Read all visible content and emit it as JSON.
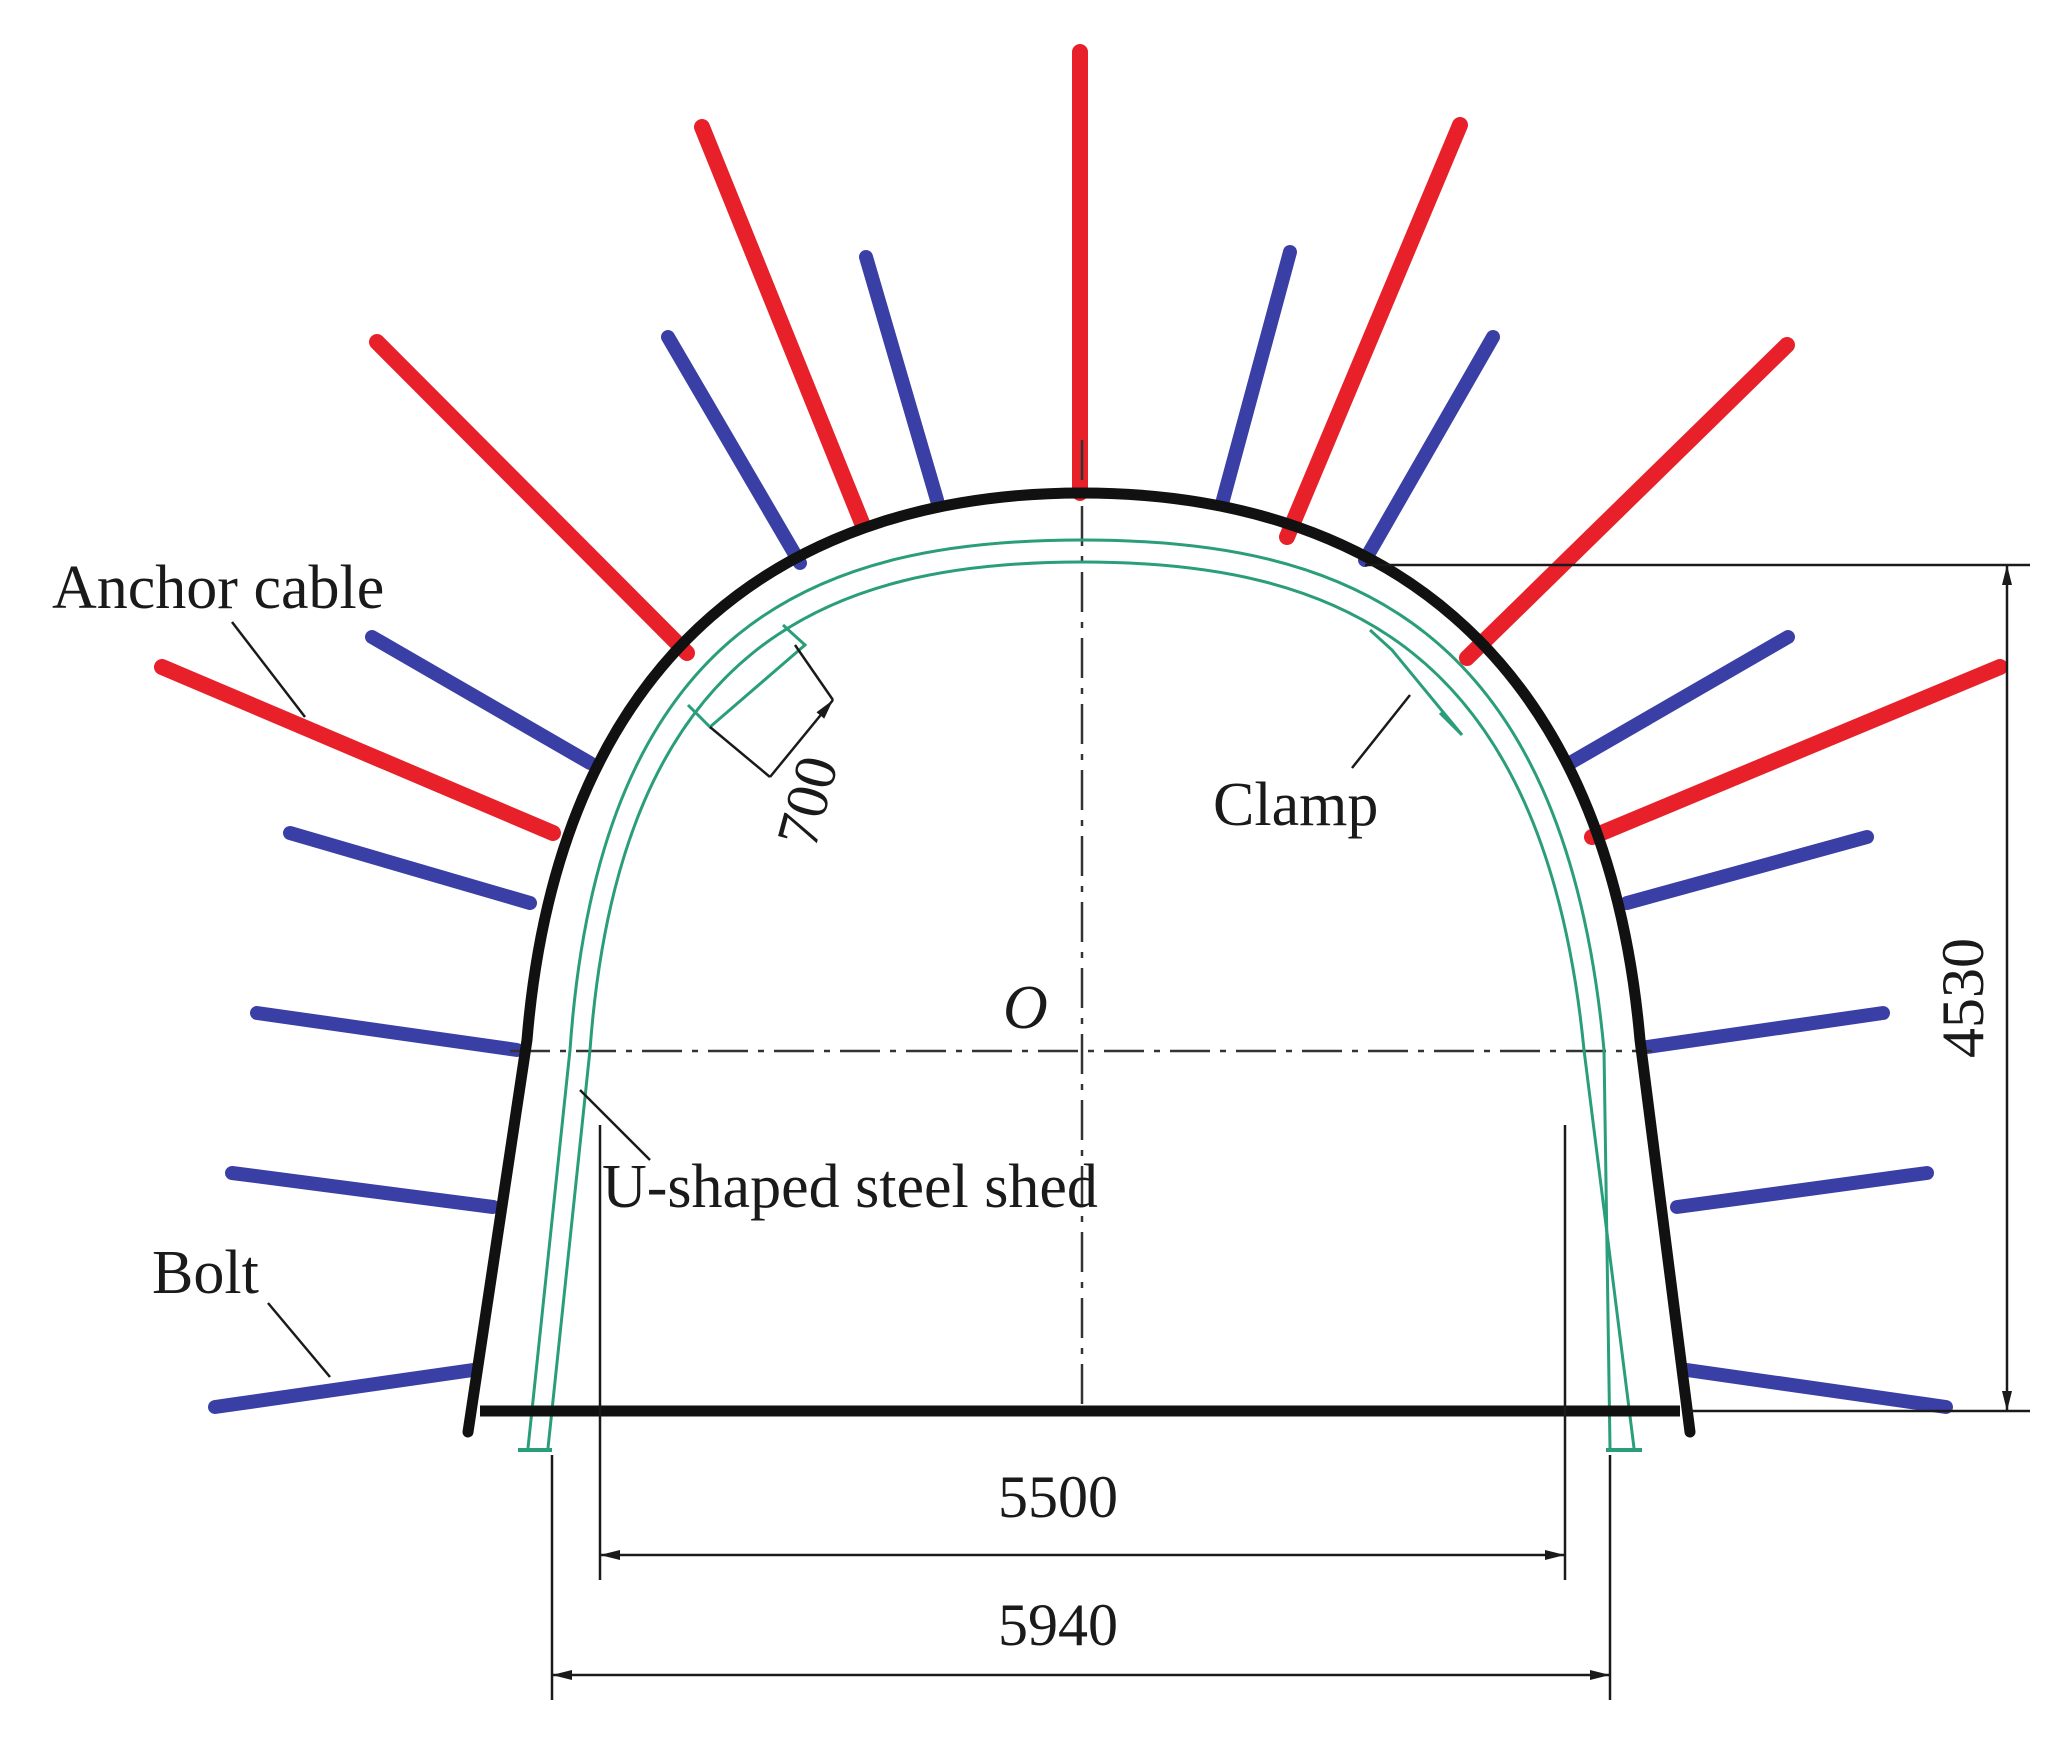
{
  "labels": {
    "anchor_cable": "Anchor cable",
    "clamp": "Clamp",
    "u_shed": "U-shaped steel shed",
    "bolt": "Bolt",
    "origin": "O"
  },
  "dimensions": {
    "clamp_spacing": "700",
    "height": "4530",
    "inner_width": "5500",
    "outer_width": "5940"
  },
  "colors": {
    "anchor_cable": "#e8202a",
    "bolt": "#3a3fa6",
    "lining": "#111111",
    "shed": "#2a9d7a",
    "dimension": "#1a1a1a"
  }
}
